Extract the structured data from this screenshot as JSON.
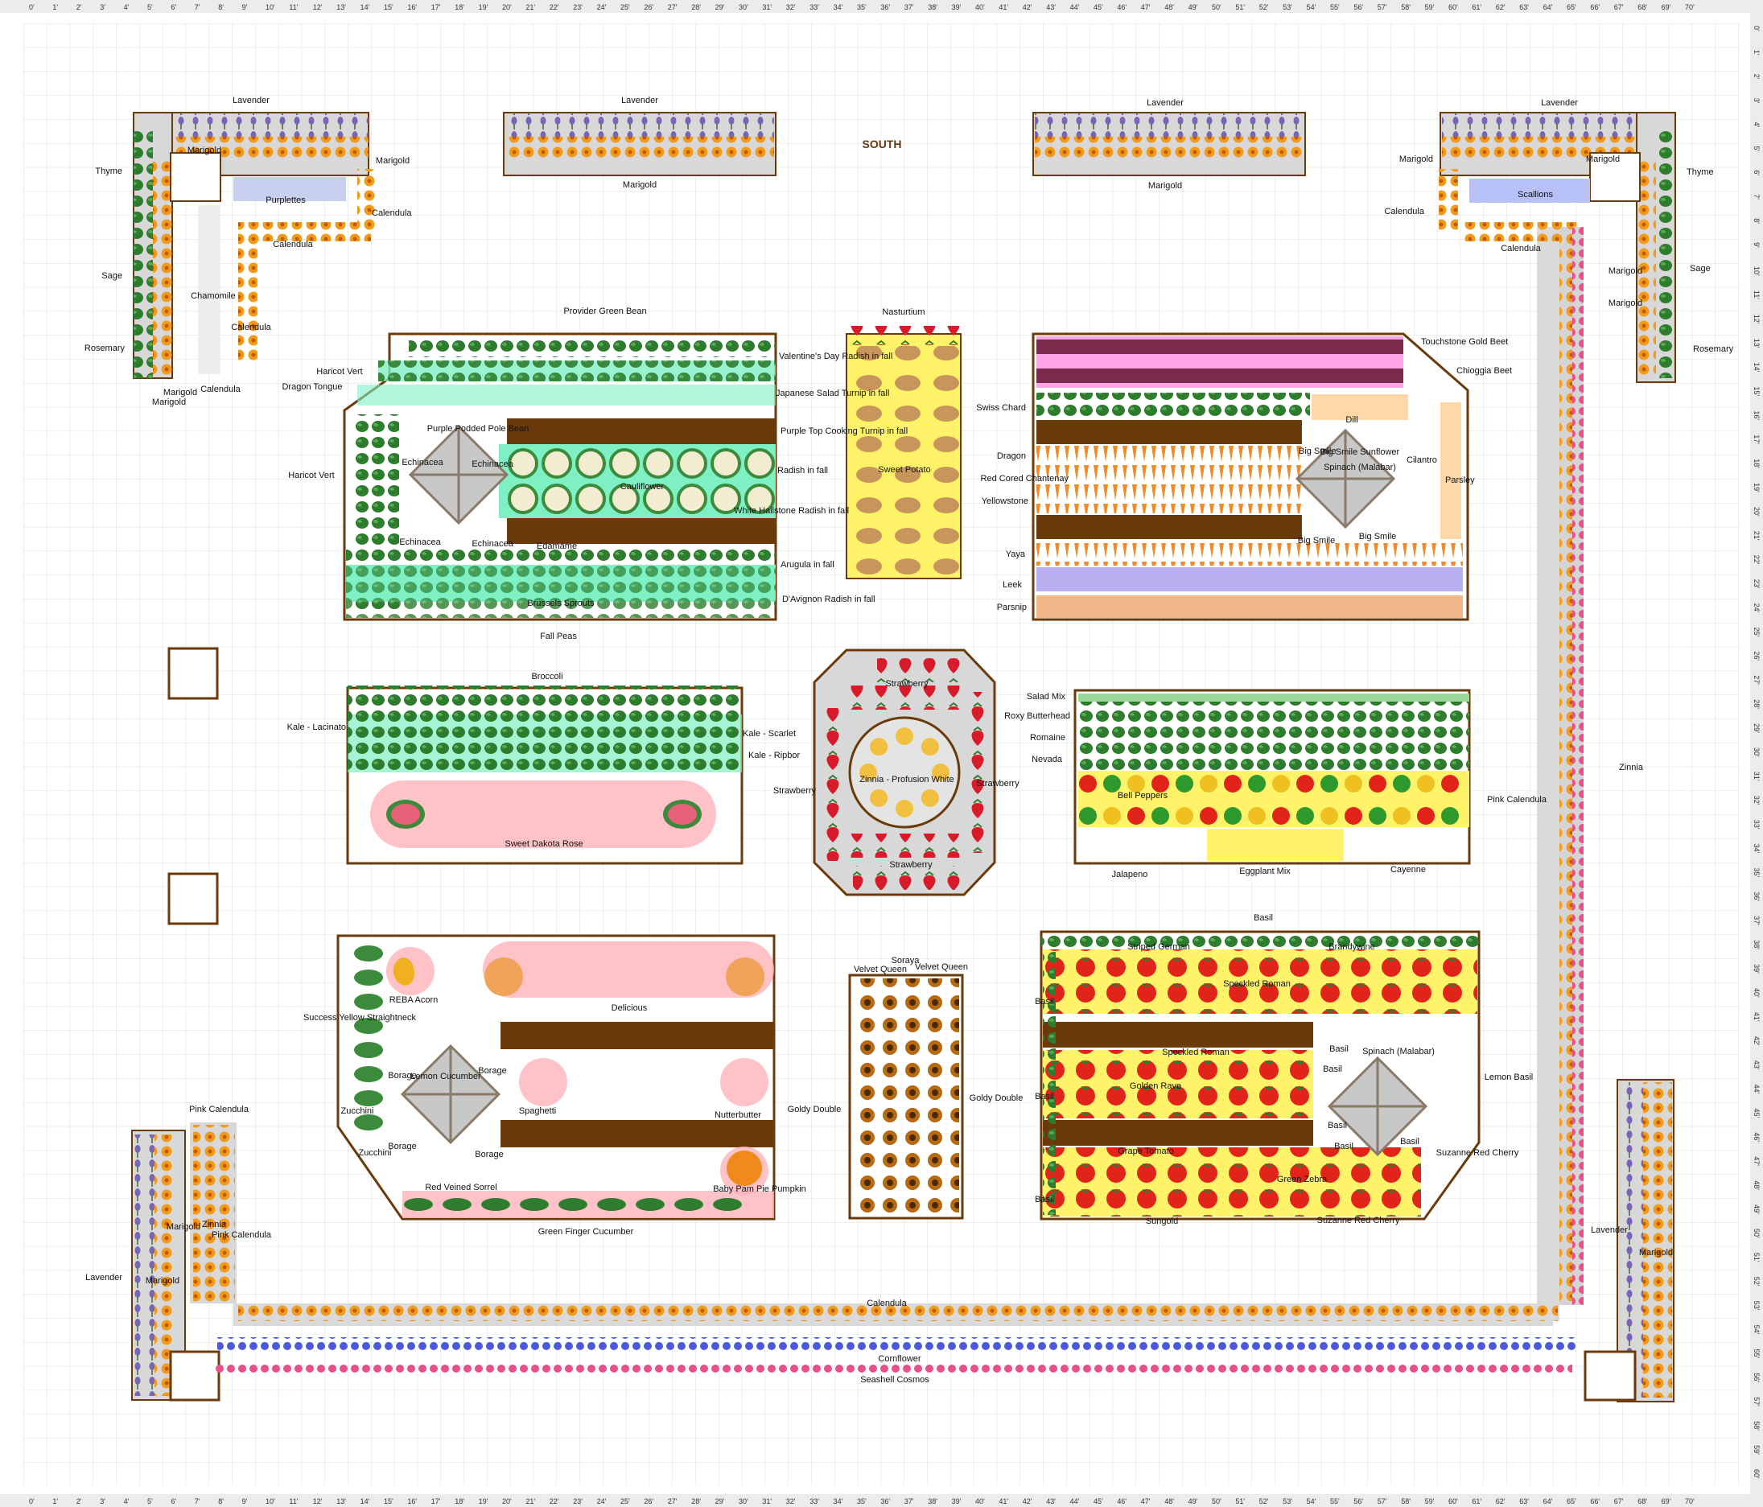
{
  "compass": {
    "heading": "SOUTH"
  },
  "ruler": {
    "top": [
      "0'",
      "1'",
      "2'",
      "3'",
      "4'",
      "5'",
      "6'",
      "7'",
      "8'",
      "9'",
      "10'",
      "11'",
      "12'",
      "13'",
      "14'",
      "15'",
      "16'",
      "17'",
      "18'",
      "19'",
      "20'",
      "21'",
      "22'",
      "23'",
      "24'",
      "25'",
      "26'",
      "27'",
      "28'",
      "29'",
      "30'",
      "31'",
      "32'",
      "33'",
      "34'",
      "35'",
      "36'",
      "37'",
      "38'",
      "39'",
      "40'",
      "41'",
      "42'",
      "43'",
      "44'",
      "45'",
      "46'",
      "47'",
      "48'",
      "49'",
      "50'",
      "51'",
      "52'",
      "53'",
      "54'",
      "55'",
      "56'",
      "57'",
      "58'",
      "59'",
      "60'",
      "61'",
      "62'",
      "63'",
      "64'",
      "65'",
      "66'",
      "67'",
      "68'",
      "69'",
      "70'"
    ],
    "side": [
      "0'",
      "1'",
      "2'",
      "3'",
      "4'",
      "5'",
      "6'",
      "7'",
      "8'",
      "9'",
      "10'",
      "11'",
      "12'",
      "13'",
      "14'",
      "15'",
      "16'",
      "17'",
      "18'",
      "19'",
      "20'",
      "21'",
      "22'",
      "23'",
      "24'",
      "25'",
      "26'",
      "27'",
      "28'",
      "29'",
      "30'",
      "31'",
      "32'",
      "33'",
      "34'",
      "35'",
      "36'",
      "37'",
      "38'",
      "39'",
      "40'",
      "41'",
      "42'",
      "43'",
      "44'",
      "45'",
      "46'",
      "47'",
      "48'",
      "49'",
      "50'",
      "51'",
      "52'",
      "53'",
      "54'",
      "55'",
      "56'",
      "57'",
      "58'",
      "59'",
      "60'"
    ]
  },
  "labels": {
    "lavender_nw": "Lavender",
    "marigold_nw": "Marigold",
    "marigold_nw2": "Marigold",
    "thyme_w": "Thyme",
    "purplettes": "Purplettes",
    "calendula_nw1": "Calendula",
    "calendula_nw2": "Calendula",
    "sage_w": "Sage",
    "chamomile": "Chamomile",
    "calendula_nw3": "Calendula",
    "rosemary_w": "Rosemary",
    "marigold_nw3": "Marigold",
    "marigold_nw4": "Marigold",
    "calendula_nw4": "Calendula",
    "lavender_n1": "Lavender",
    "marigold_n1": "Marigold",
    "lavender_n2": "Lavender",
    "marigold_n2": "Marigold",
    "lavender_ne": "Lavender",
    "marigold_ne1": "Marigold",
    "marigold_ne2": "Marigold",
    "thyme_e": "Thyme",
    "calendula_ne1": "Calendula",
    "scallions": "Scallions",
    "calendula_ne2": "Calendula",
    "sage_e": "Sage",
    "marigold_ne3": "Marigold",
    "marigold_ne4": "Marigold",
    "rosemary_e": "Rosemary",
    "provider_bean": "Provider Green Bean",
    "haricot_vert1": "Haricot Vert",
    "dragon_tongue": "Dragon Tongue",
    "haricot_vert2": "Haricot Vert",
    "purple_podded": "Purple Podded Pole Bean",
    "echinacea1": "Echinacea",
    "echinacea2": "Echinacea",
    "echinacea3": "Echinacea",
    "echinacea4": "Echinacea",
    "cauliflower": "Cauliflower",
    "edamame": "Edamame",
    "brussels": "Brussels Sprouts",
    "fall_peas": "Fall Peas",
    "valentine_radish": "Valentine's Day Radish in fall",
    "japanese_turnip": "Japanese Salad Turnip in fall",
    "purple_top_turnip": "Purple Top Cooking Turnip in fall",
    "radish_fall": "Radish in fall",
    "wh_radish": "White Hailstone Radish in fall",
    "arugula": "Arugula in fall",
    "davignon": "D'Avignon Radish in fall",
    "nasturtium": "Nasturtium",
    "sweet_potato": "Sweet Potato",
    "touchstone": "Touchstone Gold Beet",
    "chioggia": "Chioggia Beet",
    "swiss_chard": "Swiss Chard",
    "dill": "Dill",
    "dragon": "Dragon",
    "red_cored": "Red Cored Chantenay",
    "yellowstone": "Yellowstone",
    "big_smile1": "Big Smile",
    "sunflower": "Big Smile Sunflower",
    "spinach_malabar1": "Spinach (Malabar)",
    "cilantro": "Cilantro",
    "parsley": "Parsley",
    "big_smile2": "Big Smile",
    "big_smile3": "Big Smile",
    "yaya": "Yaya",
    "leek": "Leek",
    "parsnip": "Parsnip",
    "broccoli": "Broccoli",
    "kale_lacinato": "Kale - Lacinato",
    "kale_scarlet": "Kale - Scarlet",
    "kale_ripbor": "Kale - Ripbor",
    "sweet_dakota": "Sweet Dakota Rose",
    "strawberry1": "Strawberry",
    "strawberry2": "Strawberry",
    "strawberry3": "Strawberry",
    "strawberry4": "Strawberry",
    "zinnia_profusion": "Zinnia - Profusion White",
    "salad_mix": "Salad Mix",
    "roxy": "Roxy Butterhead",
    "romaine": "Romaine",
    "nevada": "Nevada",
    "bell_peppers": "Bell Peppers",
    "jalapeno": "Jalapeno",
    "eggplant": "Eggplant Mix",
    "cayenne": "Cayenne",
    "pink_calendula_e": "Pink Calendula",
    "zinnia_e": "Zinnia",
    "reba_acorn": "REBA Acorn",
    "delicious": "Delicious",
    "success_yellow": "Success Yellow Straightneck",
    "borage1": "Borage",
    "lemon_cucumber": "Lemon Cucumber",
    "borage2": "Borage",
    "spaghetti": "Spaghetti",
    "nutterbutter": "Nutterbutter",
    "zucchini1": "Zucchini",
    "zucchini2": "Zucchini",
    "borage3": "Borage",
    "borage4": "Borage",
    "red_sorrel": "Red Veined Sorrel",
    "baby_pam": "Baby Pam Pie Pumpkin",
    "green_finger": "Green Finger Cucumber",
    "soraya": "Soraya",
    "velvet_queen1": "Velvet Queen",
    "velvet_queen2": "Velvet Queen",
    "goldy_double1": "Goldy Double",
    "goldy_double2": "Goldy Double",
    "basil_top": "Basil",
    "striped_german": "Striped German",
    "brandywine": "Brandywine",
    "basil1": "Basil",
    "speckled_roman1": "Speckled Roman",
    "speckled_roman2": "Speckled Roman",
    "basil2": "Basil",
    "spinach_malabar2": "Spinach (Malabar)",
    "basil3": "Basil",
    "golden_rave": "Golden Rave",
    "basil4": "Basil",
    "lemon_basil": "Lemon Basil",
    "basil5": "Basil",
    "basil6": "Basil",
    "basil7": "Basil",
    "grape_tomato": "Grape Tomato",
    "suzanne1": "Suzanne Red Cherry",
    "green_zebra": "Green Zebra",
    "basil8": "Basil",
    "sungold": "Sungold",
    "suzanne2": "Suzanne Red Cherry",
    "pink_calendula_sw1": "Pink Calendula",
    "marigold_sw1": "Marigold",
    "zinnia_sw": "Zinnia",
    "pink_calendula_sw2": "Pink Calendula",
    "lavender_sw": "Lavender",
    "marigold_sw2": "Marigold",
    "calendula_s": "Calendula",
    "cornflower": "Cornflower",
    "seashell": "Seashell Cosmos",
    "lavender_se": "Lavender",
    "marigold_se": "Marigold"
  },
  "colors": {
    "frame": "#6b3a0a",
    "path_gray": "#d4d4d4",
    "highlight_yellow": "#fff36a",
    "highlight_green": "#7ff0c4",
    "highlight_pink": "#ffb3b8",
    "highlight_magenta": "#ff8fe0",
    "marigold": "#f29a1a",
    "lavender": "#7a64b4",
    "tomato": "#e2231a",
    "leaf": "#2e7d2e"
  }
}
